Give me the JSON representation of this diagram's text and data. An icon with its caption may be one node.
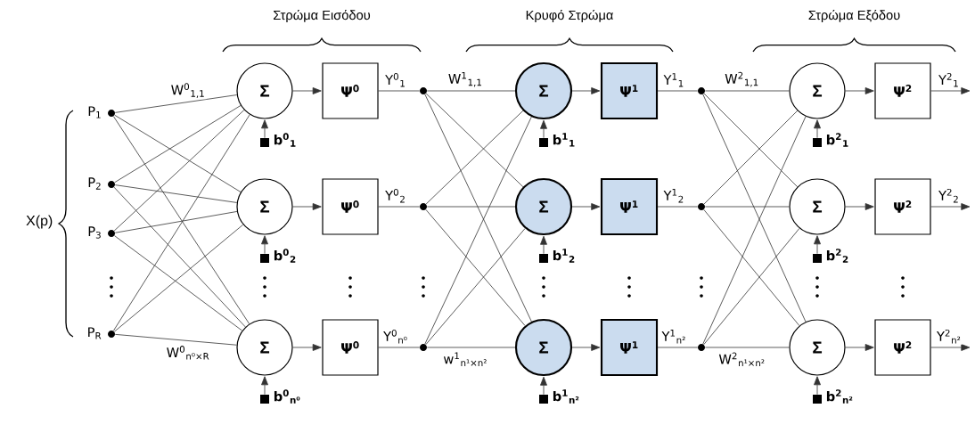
{
  "diagram": {
    "nodes": [
      {
        "text": [],
        "shape": "circle",
        "beside": [
          "P$_{1}$"
        ]
      },
      {
        "text": [],
        "shape": "circle",
        "beside": [
          "P$_{2}$"
        ]
      },
      {
        "text": [],
        "shape": "circle",
        "beside": [
          "P$_{3}$"
        ]
      },
      {
        "text": [],
        "shape": "circle",
        "beside": [
          "P$_{R}$"
        ]
      },
      {
        "text": [
          "Σ"
        ]
      },
      {
        "text": [
          "Ψ$^{0}$"
        ]
      },
      {
        "text": [],
        "shape": "box",
        "beside": [
          "b$^{0}$$_{1}$"
        ]
      },
      {
        "text": [],
        "shape": "circle"
      },
      {
        "text": [
          "Σ"
        ]
      },
      {
        "text": [
          "Ψ$^{0}$"
        ]
      },
      {
        "text": [],
        "shape": "box",
        "beside": [
          "b$^{0}$$_{2}$"
        ]
      },
      {
        "text": [],
        "shape": "circle"
      },
      {
        "text": [
          "Σ"
        ]
      },
      {
        "text": [
          "Ψ$^{0}$"
        ]
      },
      {
        "text": [],
        "shape": "box",
        "beside": [
          "b$^{0}$$_{n⁰}$"
        ]
      },
      {
        "text": [],
        "shape": "circle"
      },
      {
        "text": [
          "Σ"
        ]
      },
      {
        "text": [
          "Ψ$^{1}$"
        ]
      },
      {
        "text": [],
        "shape": "box",
        "beside": [
          "b$^{1}$$_{1}$"
        ]
      },
      {
        "text": [],
        "shape": "circle"
      },
      {
        "text": [
          "Σ"
        ]
      },
      {
        "text": [
          "Ψ$^{1}$"
        ]
      },
      {
        "text": [],
        "shape": "box",
        "beside": [
          "b$^{1}$$_{2}$"
        ]
      },
      {
        "text": [],
        "shape": "circle"
      },
      {
        "text": [
          "Σ"
        ]
      },
      {
        "text": [
          "Ψ$^{1}$"
        ]
      },
      {
        "text": [],
        "shape": "box",
        "beside": [
          "b$^{1}$$_{n²}$"
        ]
      },
      {
        "text": [],
        "shape": "circle"
      },
      {
        "text": [
          "Σ"
        ]
      },
      {
        "text": [
          "Ψ$^{2}$"
        ]
      },
      {
        "text": [],
        "shape": "box",
        "beside": [
          "b$^{2}$$_{1}$"
        ]
      },
      {
        "text": [
          "Σ"
        ]
      },
      {
        "text": [
          "Ψ$^{2}$"
        ]
      },
      {
        "text": [],
        "shape": "box",
        "beside": [
          "b$^{2}$$_{2}$"
        ]
      },
      {
        "text": [
          "Σ"
        ]
      },
      {
        "text": [
          "Ψ$^{2}$"
        ]
      },
      {
        "text": [],
        "shape": "box",
        "beside": [
          "b$^{2}$$_{n²}$"
        ]
      }
    ],
    "edges": [
      {
        "from": 0,
        "to": 4,
        "arrow": "none",
        "label": "W$^{0}$$_{1,1}$"
      },
      {
        "from": 0,
        "to": 8,
        "arrow": "none"
      },
      {
        "from": 0,
        "to": 12,
        "arrow": "none"
      },
      {
        "from": 1,
        "to": 4,
        "arrow": "none"
      },
      {
        "from": 1,
        "to": 8,
        "arrow": "none"
      },
      {
        "from": 1,
        "to": 12,
        "arrow": "none"
      },
      {
        "from": 2,
        "to": 4,
        "arrow": "none"
      },
      {
        "from": 2,
        "to": 8,
        "arrow": "none"
      },
      {
        "from": 2,
        "to": 12,
        "arrow": "none"
      },
      {
        "from": 3,
        "to": 4,
        "arrow": "none"
      },
      {
        "from": 3,
        "to": 8,
        "arrow": "none"
      },
      {
        "from": 3,
        "to": 12,
        "arrow": "none",
        "label": "W$^{0}$$_{n⁰×R}$"
      },
      {
        "from": 4,
        "to": 5,
        "arrow": "to"
      },
      {
        "from": 5,
        "to": 7,
        "arrow": "none",
        "label": "Y$^{0}$$_{1}$"
      },
      {
        "from": 6,
        "to": 4,
        "arrow": "to"
      },
      {
        "from": 8,
        "to": 9,
        "arrow": "to"
      },
      {
        "from": 9,
        "to": 11,
        "arrow": "none",
        "label": "Y$^{0}$$_{2}$"
      },
      {
        "from": 10,
        "to": 8,
        "arrow": "to"
      },
      {
        "from": 12,
        "to": 13,
        "arrow": "to"
      },
      {
        "from": 13,
        "to": 15,
        "arrow": "none",
        "label": "Y$^{0}$$_{n⁰}$"
      },
      {
        "from": 14,
        "to": 12,
        "arrow": "to"
      },
      {
        "from": 7,
        "to": 16,
        "arrow": "none",
        "label": "W$^{1}$$_{1,1}$"
      },
      {
        "from": 7,
        "to": 20,
        "arrow": "none"
      },
      {
        "from": 7,
        "to": 24,
        "arrow": "none"
      },
      {
        "from": 11,
        "to": 16,
        "arrow": "none"
      },
      {
        "from": 11,
        "to": 20,
        "arrow": "none"
      },
      {
        "from": 11,
        "to": 24,
        "arrow": "none"
      },
      {
        "from": 15,
        "to": 16,
        "arrow": "none"
      },
      {
        "from": 15,
        "to": 20,
        "arrow": "none"
      },
      {
        "from": 15,
        "to": 24,
        "arrow": "none",
        "label": "w$^{1}$$_{n¹×n²}$"
      },
      {
        "from": 16,
        "to": 17,
        "arrow": "to"
      },
      {
        "from": 17,
        "to": 19,
        "arrow": "none",
        "label": "Y$^{1}$$_{1}$"
      },
      {
        "from": 18,
        "to": 16,
        "arrow": "to"
      },
      {
        "from": 20,
        "to": 21,
        "arrow": "to"
      },
      {
        "from": 21,
        "to": 23,
        "arrow": "none",
        "label": "Y$^{1}$$_{2}$"
      },
      {
        "from": 22,
        "to": 20,
        "arrow": "to"
      },
      {
        "from": 24,
        "to": 25,
        "arrow": "to"
      },
      {
        "from": 25,
        "to": 27,
        "arrow": "none",
        "label": "Y$^{1}$$_{n²}$"
      },
      {
        "from": 26,
        "to": 24,
        "arrow": "to"
      },
      {
        "from": 19,
        "to": 28,
        "arrow": "none",
        "label": "W$^{2}$$_{1,1}$"
      },
      {
        "from": 19,
        "to": 31,
        "arrow": "none"
      },
      {
        "from": 19,
        "to": 34,
        "arrow": "none"
      },
      {
        "from": 23,
        "to": 28,
        "arrow": "none"
      },
      {
        "from": 23,
        "to": 31,
        "arrow": "none"
      },
      {
        "from": 23,
        "to": 34,
        "arrow": "none"
      },
      {
        "from": 27,
        "to": 28,
        "arrow": "none"
      },
      {
        "from": 27,
        "to": 31,
        "arrow": "none"
      },
      {
        "from": 27,
        "to": 34,
        "arrow": "none",
        "label": "W$^{2}$$_{n¹×n²}$"
      },
      {
        "from": 28,
        "to": 29,
        "arrow": "to"
      },
      {
        "from": 29,
        "to": null,
        "arrow": "to",
        "label": "Y$^{2}$$_{1}$"
      },
      {
        "from": 30,
        "to": 28,
        "arrow": "to"
      },
      {
        "from": 31,
        "to": 32,
        "arrow": "to"
      },
      {
        "from": 32,
        "to": null,
        "arrow": "to",
        "label": "Y$^{2}$$_{2}$"
      },
      {
        "from": 33,
        "to": 31,
        "arrow": "to"
      },
      {
        "from": 34,
        "to": 35,
        "arrow": "to"
      },
      {
        "from": 35,
        "to": null,
        "arrow": "to",
        "label": "Y$^{2}$$_{n²}$"
      },
      {
        "from": 36,
        "to": 34,
        "arrow": "to"
      }
    ],
    "labels": [
      "Στρώμα Εισόδου",
      "Κρυφό Στρώμα",
      "Στρώμα Εξόδου",
      "X(p)"
    ]
  }
}
